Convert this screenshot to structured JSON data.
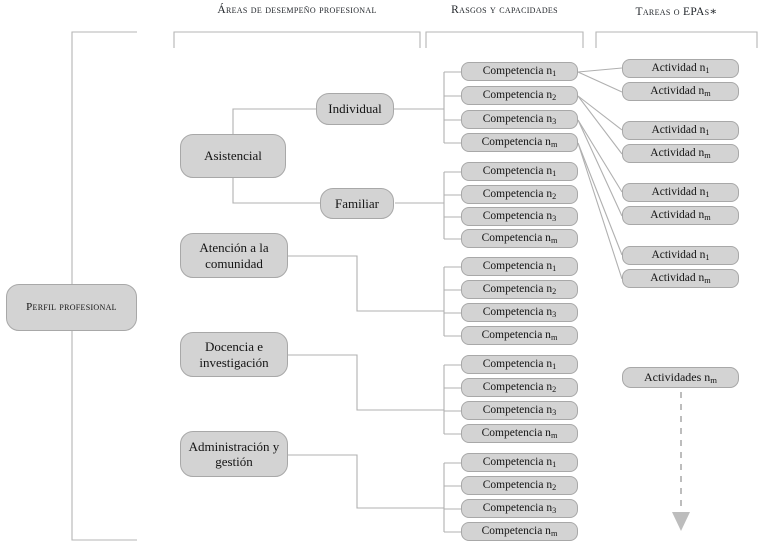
{
  "diagram": {
    "title": "Perfil profesional - estructura de areas, competencias y actividades",
    "colors": {
      "node_fill": "#d3d3d3",
      "node_border": "#a8a8a8",
      "wire": "#b0b0b0",
      "bracket": "#b5b5b5",
      "text": "#141414",
      "background": "#ffffff"
    }
  },
  "headers": [
    {
      "id": "areas",
      "label": "Áreas de desempeño profesional"
    },
    {
      "id": "rasgos",
      "label": "Rasgos y capacidades"
    },
    {
      "id": "tareas",
      "label": "Tareas o EPAs∗"
    }
  ],
  "root": {
    "label": "Perfil profesional"
  },
  "areas": [
    {
      "id": "asistencial",
      "label": "Asistencial"
    },
    {
      "id": "comunidad",
      "label": "Atención a la comunidad"
    },
    {
      "id": "docencia",
      "label": "Docencia e investigación"
    },
    {
      "id": "administracion",
      "label": "Administración y gestión"
    }
  ],
  "subareas": [
    {
      "id": "individual",
      "label": "Individual",
      "parent": "asistencial"
    },
    {
      "id": "familiar",
      "label": "Familiar",
      "parent": "asistencial"
    }
  ],
  "competency_groups": [
    {
      "id": "grp-individual",
      "source": "individual",
      "items": [
        "Competencia n1",
        "Competencia n2",
        "Competencia n3",
        "Competencia nm"
      ]
    },
    {
      "id": "grp-familiar",
      "source": "familiar",
      "items": [
        "Competencia n1",
        "Competencia n2",
        "Competencia n3",
        "Competencia nm"
      ]
    },
    {
      "id": "grp-comunidad",
      "source": "comunidad",
      "items": [
        "Competencia n1",
        "Competencia n2",
        "Competencia n3",
        "Competencia nm"
      ]
    },
    {
      "id": "grp-docencia",
      "source": "docencia",
      "items": [
        "Competencia n1",
        "Competencia n2",
        "Competencia n3",
        "Competencia nm"
      ]
    },
    {
      "id": "grp-administracion",
      "source": "administracion",
      "items": [
        "Competencia n1",
        "Competencia n2",
        "Competencia n3",
        "Competencia nm"
      ]
    }
  ],
  "competency_label": {
    "stem": "Competencia n",
    "subscripts": [
      "1",
      "2",
      "3",
      "m"
    ]
  },
  "activity_pairs": [
    {
      "id": "act-pair-1",
      "items": [
        "Actividad n1",
        "Actividad nm"
      ]
    },
    {
      "id": "act-pair-2",
      "items": [
        "Actividad n1",
        "Actividad nm"
      ]
    },
    {
      "id": "act-pair-3",
      "items": [
        "Actividad n1",
        "Actividad nm"
      ]
    },
    {
      "id": "act-pair-4",
      "items": [
        "Actividad n1",
        "Actividad nm"
      ]
    }
  ],
  "activity_label": {
    "stem": "Actividad n",
    "subscripts": [
      "1",
      "m"
    ]
  },
  "activities_summary": {
    "label": "Actividades nm",
    "stem": "Actividades n",
    "subscript": "m"
  }
}
